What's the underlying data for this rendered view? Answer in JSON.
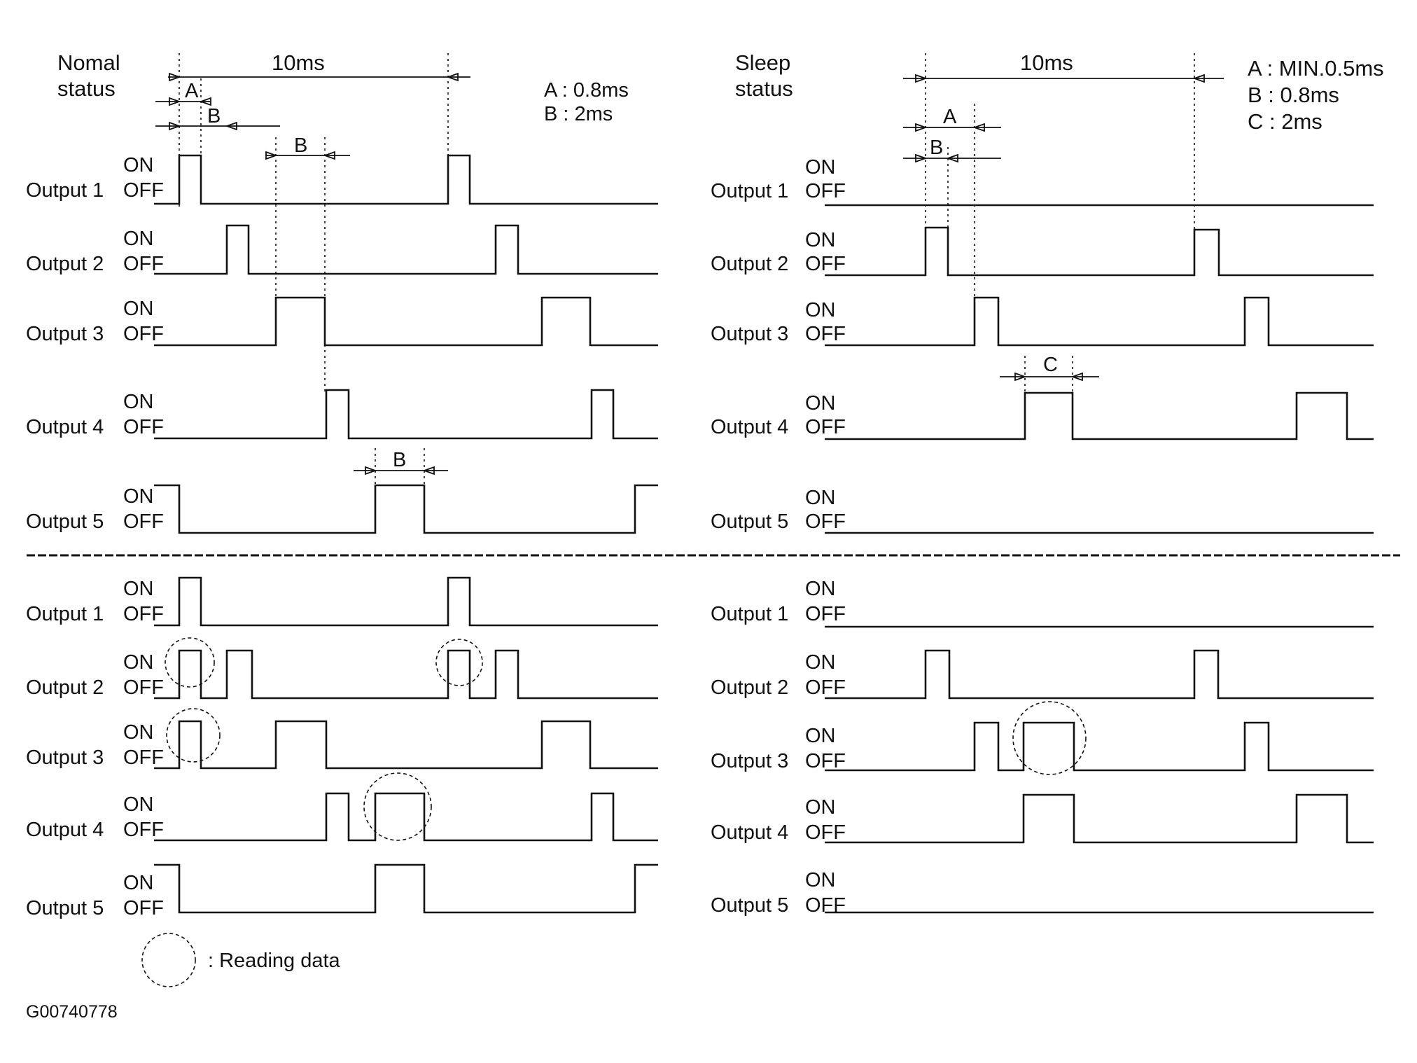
{
  "diagram": {
    "normal": {
      "title_line1": "Nomal",
      "title_line2": "status",
      "period_label": "10ms",
      "legend": [
        "A : 0.8ms",
        "B : 2ms"
      ],
      "dim_letters": {
        "a": "A",
        "b": "B"
      }
    },
    "sleep": {
      "title_line1": "Sleep",
      "title_line2": "status",
      "period_label": "10ms",
      "legend": [
        "A : MIN.0.5ms",
        "B : 0.8ms",
        "C : 2ms"
      ],
      "dim_letters": {
        "a": "A",
        "b": "B",
        "c": "C"
      }
    },
    "output_labels": [
      "Output 1",
      "Output 2",
      "Output 3",
      "Output 4",
      "Output 5"
    ],
    "on_label": "ON",
    "off_label": "OFF",
    "reading_legend": ": Reading data",
    "figure_id": "G00740778"
  }
}
